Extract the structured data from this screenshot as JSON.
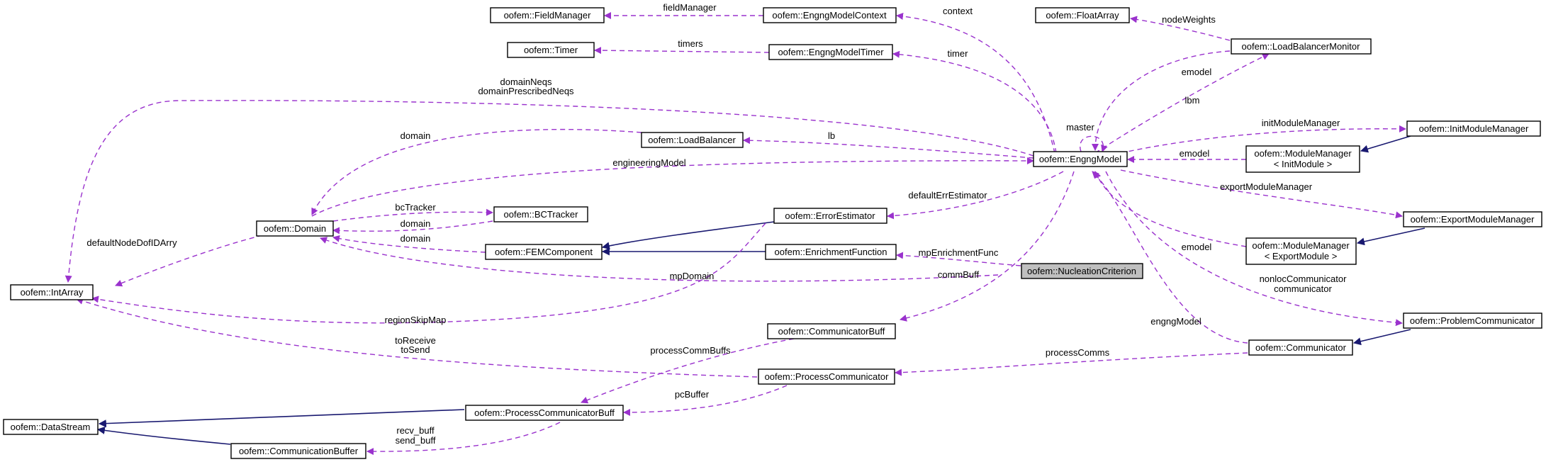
{
  "diagram": {
    "colors": {
      "dependency": "#9a32cd",
      "inheritance": "#191970",
      "focus_fill": "#bfbfbf",
      "node_border": "#000000"
    },
    "nodes": {
      "field_manager": "oofem::FieldManager",
      "timer": "oofem::Timer",
      "engng_model_context": "oofem::EngngModelContext",
      "engng_model_timer": "oofem::EngngModelTimer",
      "float_array": "oofem::FloatArray",
      "load_balancer_monitor": "oofem::LoadBalancerMonitor",
      "load_balancer": "oofem::LoadBalancer",
      "engng_model": "oofem::EngngModel",
      "init_module_manager": "oofem::InitModuleManager",
      "module_manager_init_l1": "oofem::ModuleManager",
      "module_manager_init_l2": "< InitModule >",
      "domain": "oofem::Domain",
      "bc_tracker": "oofem::BCTracker",
      "error_estimator": "oofem::ErrorEstimator",
      "export_module_manager": "oofem::ExportModuleManager",
      "fem_component": "oofem::FEMComponent",
      "enrichment_function": "oofem::EnrichmentFunction",
      "module_manager_export_l1": "oofem::ModuleManager",
      "module_manager_export_l2": "< ExportModule >",
      "int_array": "oofem::IntArray",
      "nucleation_criterion": "oofem::NucleationCriterion",
      "problem_communicator": "oofem::ProblemCommunicator",
      "communicator_buff": "oofem::CommunicatorBuff",
      "communicator": "oofem::Communicator",
      "process_communicator": "oofem::ProcessCommunicator",
      "data_stream": "oofem::DataStream",
      "process_communicator_buff": "oofem::ProcessCommunicatorBuff",
      "communication_buffer": "oofem::CommunicationBuffer"
    },
    "edge_labels": {
      "field_manager": "fieldManager",
      "context": "context",
      "node_weights": "nodeWeights",
      "timers": "timers",
      "timer": "timer",
      "emodel_lbm": "emodel",
      "lbm": "lbm",
      "domain_neqs": "domainNeqs",
      "domain_prescribed_neqs": "domainPrescribedNeqs",
      "master": "master",
      "domain": "domain",
      "lb": "lb",
      "init_module_manager": "initModuleManager",
      "engineering_model": "engineeringModel",
      "emodel_init": "emodel",
      "export_module_manager": "exportModuleManager",
      "bc_tracker": "bcTracker",
      "domain_bc": "domain",
      "default_err_estimator": "defaultErrEstimator",
      "domain_fem": "domain",
      "emodel_export": "emodel",
      "default_node_dof_id_arry": "defaultNodeDofIDArry",
      "mp_enrichment_func": "mpEnrichmentFunc",
      "comm_buff": "commBuff",
      "mp_domain": "mpDomain",
      "nonloc_communicator": "nonlocCommunicator",
      "communicator": "communicator",
      "region_skip_map": "regionSkipMap",
      "engng_model": "engngModel",
      "to_receive": "toReceive",
      "to_send": "toSend",
      "process_comm_buffs": "processCommBuffs",
      "process_comms": "processComms",
      "pc_buffer": "pcBuffer",
      "recv_buff": "recv_buff",
      "send_buff": "send_buff"
    }
  }
}
